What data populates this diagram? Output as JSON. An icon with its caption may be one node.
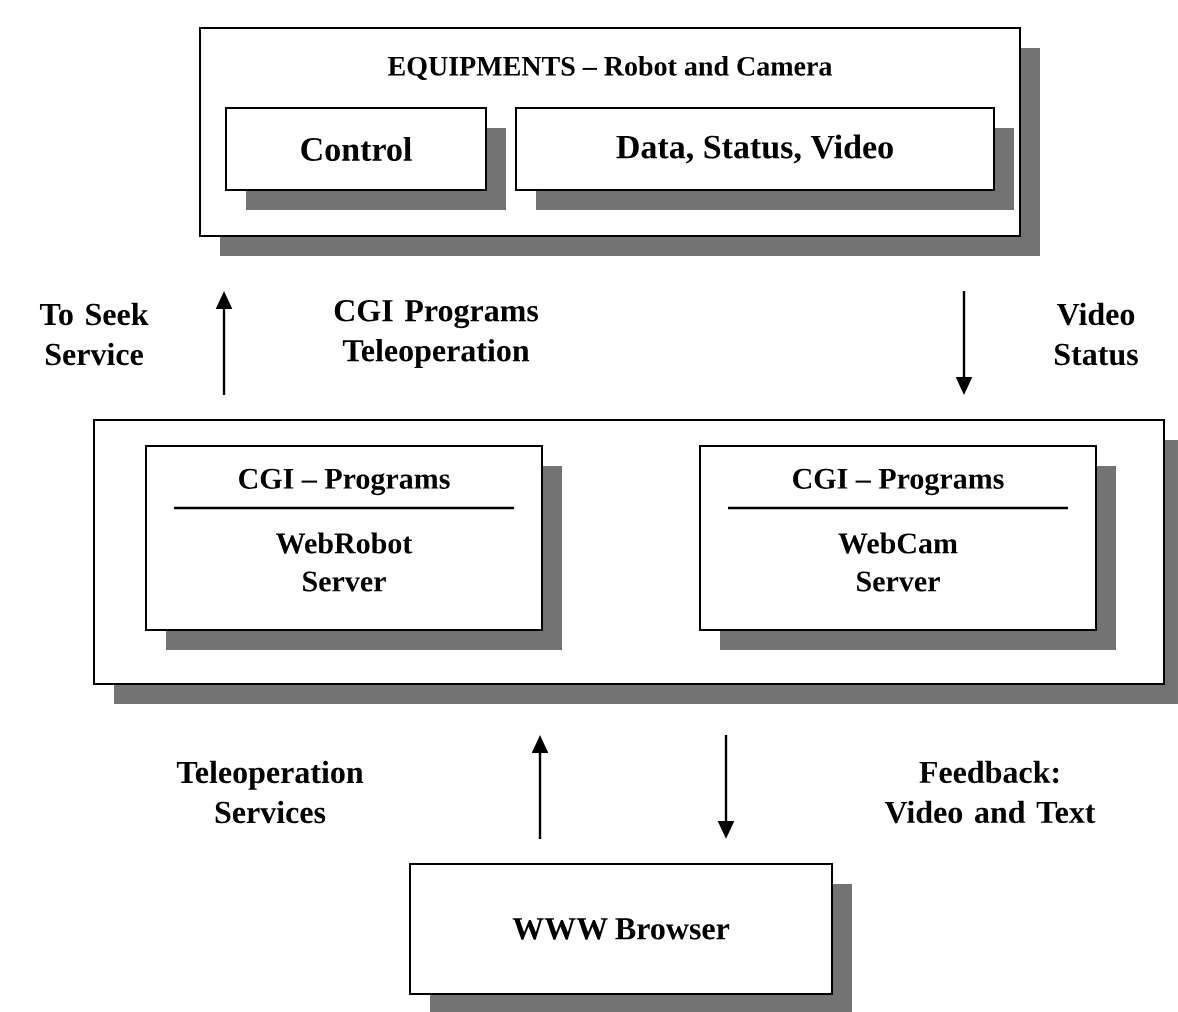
{
  "diagram": {
    "nodes": [
      {
        "text": [
          "EQUIPMENTS – Robot and Camera"
        ]
      },
      {
        "text": [
          "Control"
        ],
        "in": 0
      },
      {
        "text": [
          "Data, Status, Video"
        ],
        "in": 0
      },
      {
        "text": [],
        "shape": "box"
      },
      {
        "text": [
          "CGI – Programs",
          "WebRobot Server"
        ],
        "in": 3
      },
      {
        "text": [
          "CGI – Programs",
          "WebCam Server"
        ],
        "in": 3
      },
      {
        "text": [
          "WWW Browser"
        ]
      }
    ],
    "edges": [
      {
        "from": 3,
        "to": 0,
        "arrow": "to"
      },
      {
        "from": 0,
        "to": 3,
        "arrow": "to"
      },
      {
        "from": 6,
        "to": 3,
        "arrow": "to"
      },
      {
        "from": 3,
        "to": 6,
        "arrow": "to"
      }
    ],
    "labels": [
      "To Seek Service",
      "CGI Programs Teleoperation",
      "Video Status",
      "Teleoperation Services",
      "Feedback: Video and Text"
    ]
  }
}
